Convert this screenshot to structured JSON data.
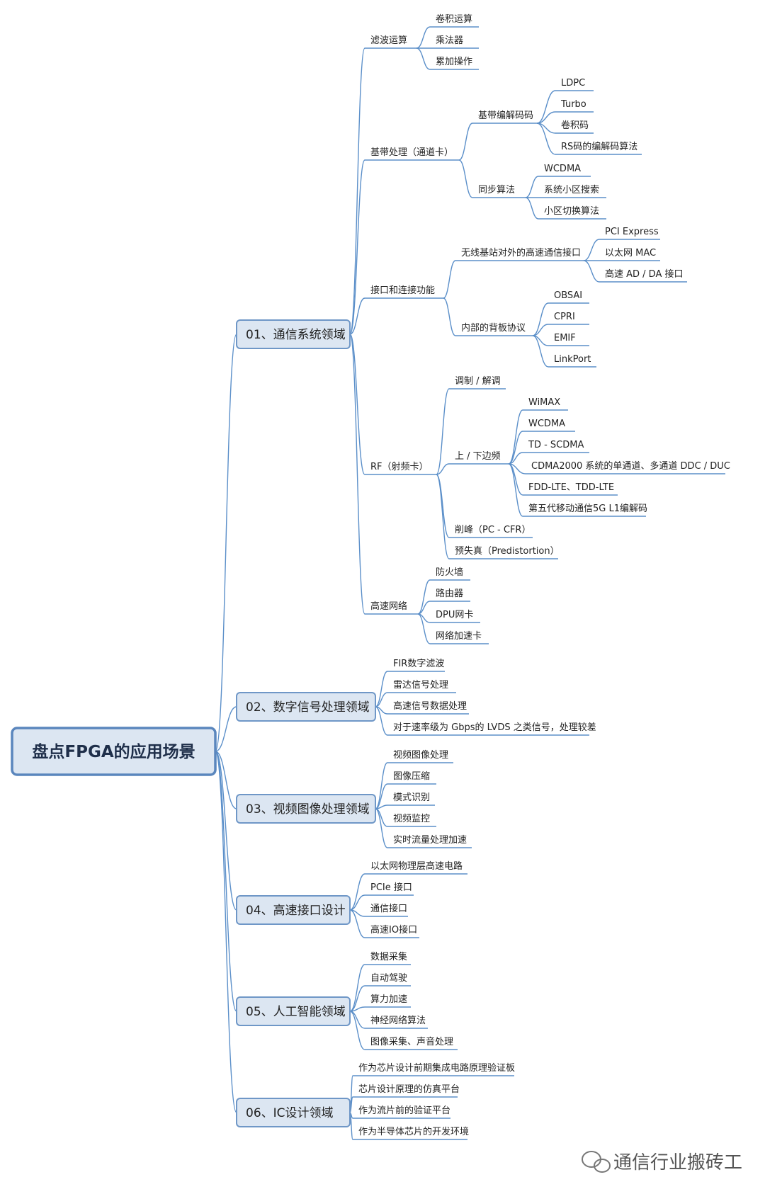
{
  "root": "盘点FPGA的应用场景",
  "categories": [
    {
      "label": "01、通信系统领域",
      "children": [
        {
          "label": "滤波运算",
          "children": [
            {
              "label": "卷积运算"
            },
            {
              "label": "乘法器"
            },
            {
              "label": "累加操作"
            }
          ]
        },
        {
          "label": "基带处理（通道卡）",
          "children": [
            {
              "label": "基带编解码码",
              "children": [
                {
                  "label": "LDPC"
                },
                {
                  "label": "Turbo"
                },
                {
                  "label": "卷积码"
                },
                {
                  "label": "RS码的编解码算法"
                }
              ]
            },
            {
              "label": "同步算法",
              "children": [
                {
                  "label": "WCDMA"
                },
                {
                  "label": "系统小区搜索"
                },
                {
                  "label": "小区切换算法"
                }
              ]
            }
          ]
        },
        {
          "label": "接口和连接功能",
          "children": [
            {
              "label": "无线基站对外的高速通信接口",
              "children": [
                {
                  "label": "PCI Express"
                },
                {
                  "label": "以太网 MAC"
                },
                {
                  "label": "高速 AD / DA 接口"
                }
              ]
            },
            {
              "label": "内部的背板协议",
              "children": [
                {
                  "label": "OBSAI"
                },
                {
                  "label": "CPRI"
                },
                {
                  "label": "EMIF"
                },
                {
                  "label": "LinkPort"
                }
              ]
            }
          ]
        },
        {
          "label": "RF（射频卡）",
          "children": [
            {
              "label": "调制 / 解调"
            },
            {
              "label": "上 / 下边频",
              "children": [
                {
                  "label": "WiMAX"
                },
                {
                  "label": "WCDMA"
                },
                {
                  "label": "TD - SCDMA"
                },
                {
                  "label": "CDMA2000 系统的单通道、多通道 DDC / DUC"
                },
                {
                  "label": "FDD-LTE、TDD-LTE"
                },
                {
                  "label": "第五代移动通信5G L1编解码"
                }
              ]
            },
            {
              "label": "削峰（PC - CFR）"
            },
            {
              "label": "预失真（Predistortion）"
            }
          ]
        },
        {
          "label": "高速网络",
          "children": [
            {
              "label": "防火墙"
            },
            {
              "label": "路由器"
            },
            {
              "label": "DPU网卡"
            },
            {
              "label": "网络加速卡"
            }
          ]
        }
      ]
    },
    {
      "label": "02、数字信号处理领域",
      "children": [
        {
          "label": "FIR数字滤波"
        },
        {
          "label": "雷达信号处理"
        },
        {
          "label": "高速信号数据处理"
        },
        {
          "label": "对于速率级为 Gbps的 LVDS 之类信号，处理较差"
        }
      ]
    },
    {
      "label": "03、视频图像处理领域",
      "children": [
        {
          "label": "视频图像处理"
        },
        {
          "label": "图像压缩"
        },
        {
          "label": "模式识别"
        },
        {
          "label": "视频监控"
        },
        {
          "label": "实时流量处理加速"
        }
      ]
    },
    {
      "label": "04、高速接口设计",
      "children": [
        {
          "label": "以太网物理层高速电路"
        },
        {
          "label": "PCIe 接口"
        },
        {
          "label": "通信接口"
        },
        {
          "label": "高速IO接口"
        }
      ]
    },
    {
      "label": "05、人工智能领域",
      "children": [
        {
          "label": "数据采集"
        },
        {
          "label": "自动驾驶"
        },
        {
          "label": "算力加速"
        },
        {
          "label": "神经网络算法"
        },
        {
          "label": "图像采集、声音处理"
        }
      ]
    },
    {
      "label": "06、IC设计领域",
      "children": [
        {
          "label": "作为芯片设计前期集成电路原理验证板"
        },
        {
          "label": "芯片设计原理的仿真平台"
        },
        {
          "label": "作为流片前的验证平台"
        },
        {
          "label": "作为半导体芯片的开发环境"
        }
      ]
    }
  ],
  "watermark": "通信行业搬砖工",
  "colors": {
    "line": "#5b8fc9",
    "box_fill": "#dce6f2",
    "box_border": "#6f97c7"
  }
}
